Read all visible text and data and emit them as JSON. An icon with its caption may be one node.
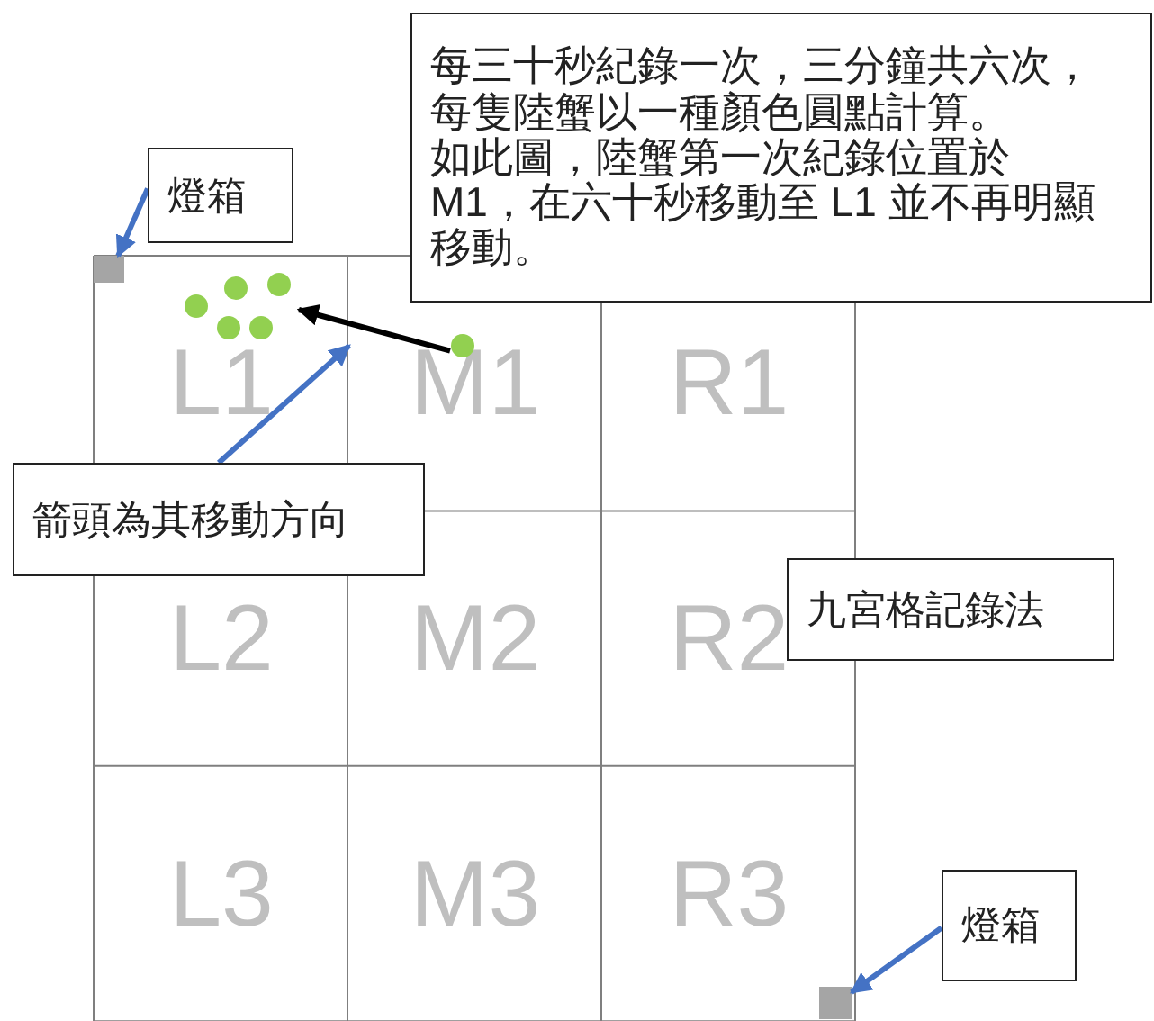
{
  "diagram": {
    "nodes": [
      {
        "text": [
          "每三十秒紀錄一次，三分鐘共六次，每隻陸蟹以一種顏色圓點計算。",
          "如此圖，陸蟹第一次紀錄位置於 M1，在六十秒移動至 L1 並不再明顯移動。"
        ]
      },
      {
        "text": [
          "燈箱"
        ]
      },
      {
        "text": [
          "L1"
        ]
      },
      {
        "text": [
          "M1"
        ]
      },
      {
        "text": [
          "R1"
        ]
      },
      {
        "text": [
          "L2"
        ]
      },
      {
        "text": [
          "M2"
        ]
      },
      {
        "text": [
          "R2"
        ]
      },
      {
        "text": [
          "L3"
        ]
      },
      {
        "text": [
          "M3"
        ]
      },
      {
        "text": [
          "R3"
        ]
      },
      {
        "text": [],
        "shape": "box",
        "in": 2
      },
      {
        "text": [],
        "shape": "circle",
        "in": 2
      },
      {
        "text": [],
        "shape": "circle",
        "in": 3
      },
      {
        "text": [
          "箭頭為其移動方向"
        ]
      },
      {
        "text": [
          "九宮格記錄法"
        ]
      },
      {
        "text": [
          "燈箱"
        ]
      },
      {
        "text": [],
        "shape": "box",
        "in": 10
      }
    ],
    "edges": [
      {
        "from": 1,
        "to": 11,
        "arrow": "to"
      },
      {
        "from": 13,
        "to": 12,
        "arrow": "to",
        "color": "#000000"
      },
      {
        "from": 14,
        "to": 2,
        "arrow": "to"
      },
      {
        "from": 16,
        "to": 17,
        "arrow": "to"
      }
    ]
  }
}
